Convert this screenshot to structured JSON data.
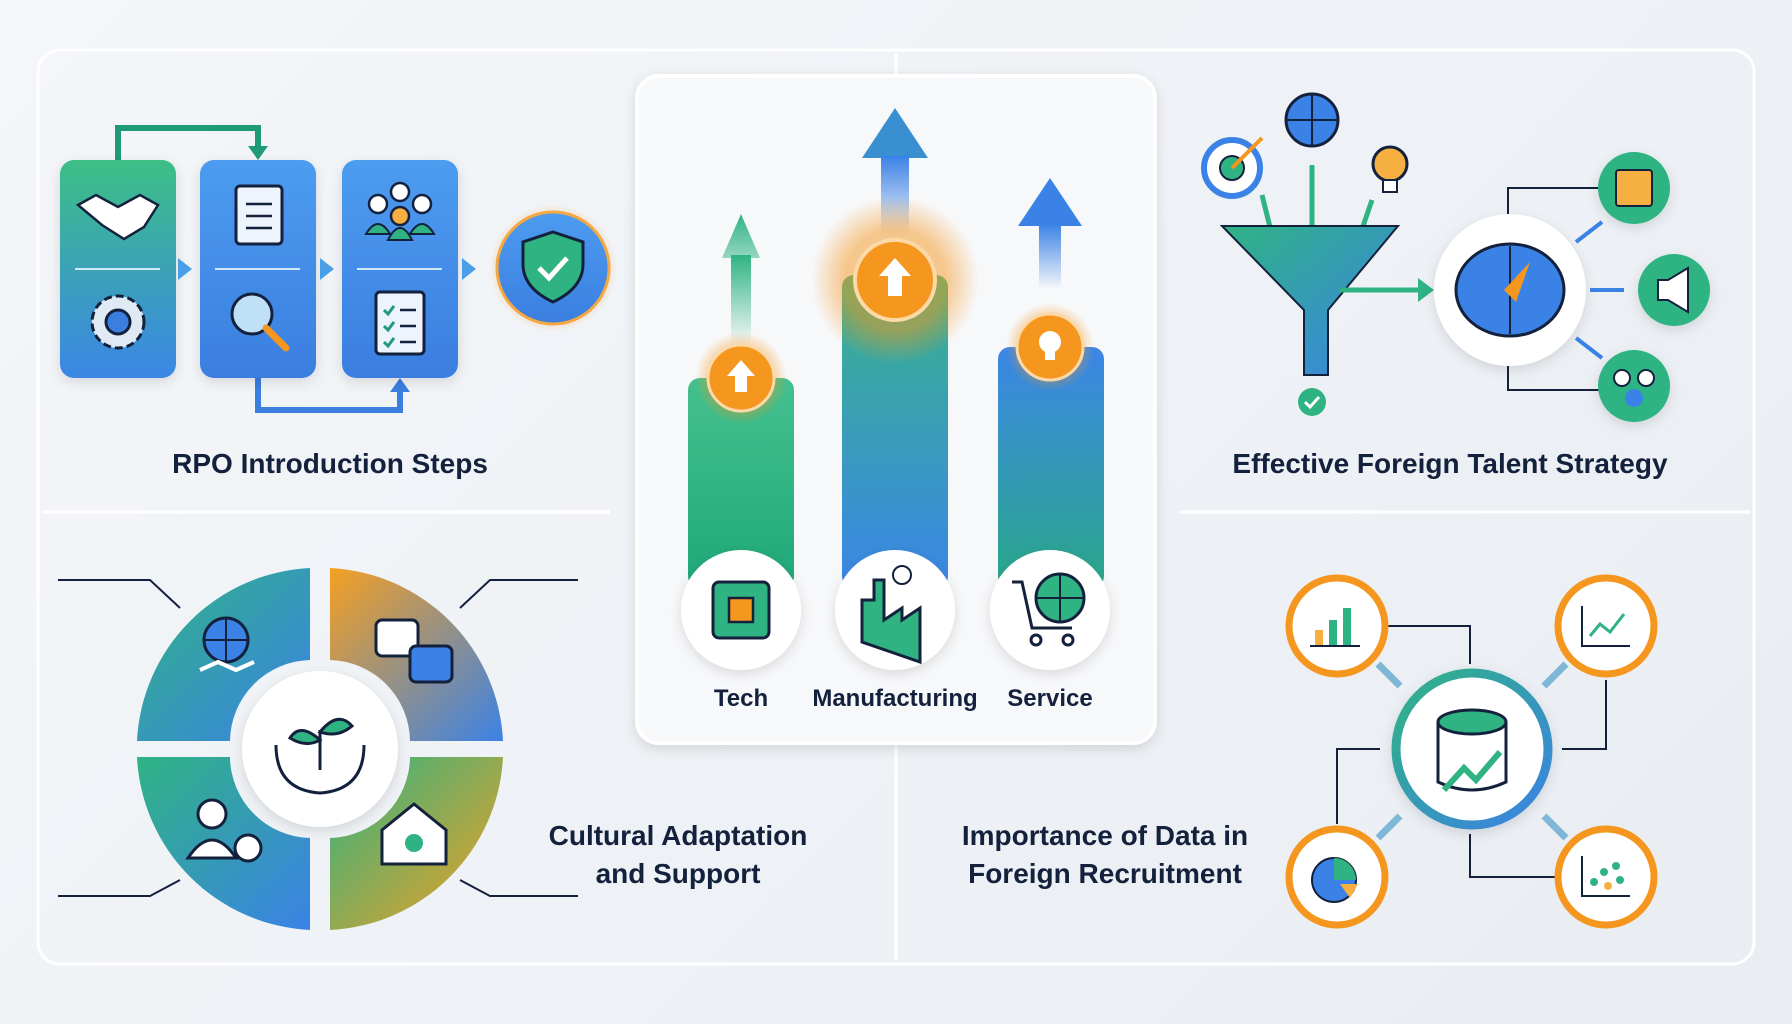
{
  "sections": {
    "rpo": {
      "title": "RPO Introduction Steps"
    },
    "industries": {
      "labels": [
        "Tech",
        "Manufacturing",
        "Service"
      ]
    },
    "strategy": {
      "title": "Effective Foreign Talent Strategy"
    },
    "culture": {
      "title_line1": "Cultural Adaptation",
      "title_line2": "and Support"
    },
    "data": {
      "title_line1": "Importance of Data in",
      "title_line2": "Foreign Recruitment"
    }
  },
  "colors": {
    "green": "#2fb383",
    "blue": "#3b82e6",
    "orange": "#f5961e",
    "navy": "#14213d"
  }
}
